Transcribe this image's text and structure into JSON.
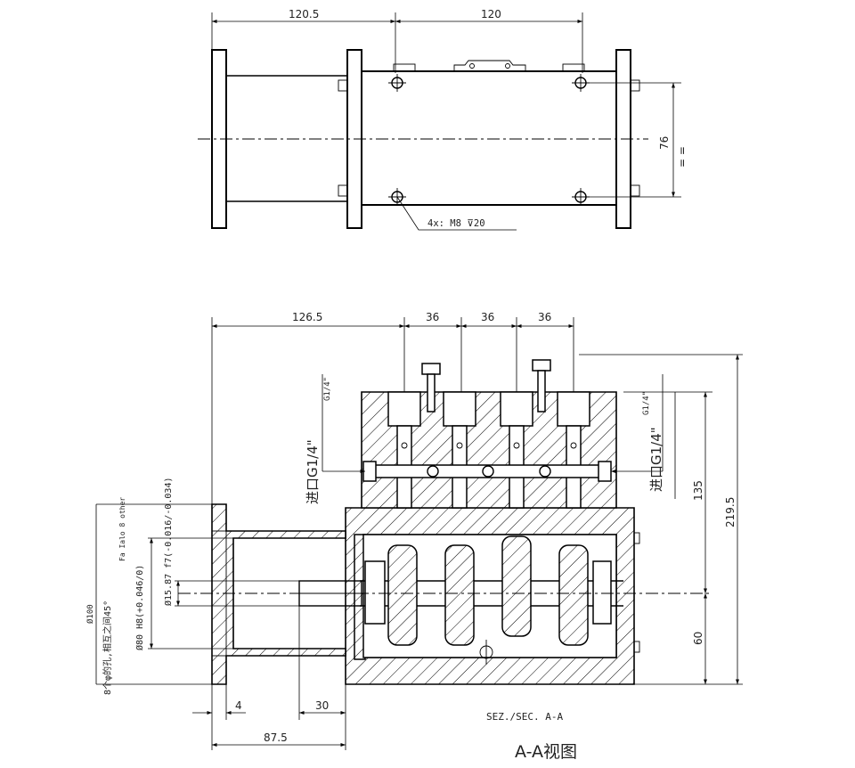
{
  "top_view": {
    "dims": {
      "left_length": "120.5",
      "right_length": "120",
      "hole_spacing": "76",
      "equal_marks": "= ="
    },
    "note": "4x: M8 ⊽20"
  },
  "section_view": {
    "dims": {
      "overall_left": "126.5",
      "pitch_1": "36",
      "pitch_2": "36",
      "pitch_3": "36",
      "height_135": "135",
      "height_219": "219.5",
      "height_60": "60",
      "flange_4": "4",
      "shaft_30": "30",
      "length_87": "87.5"
    },
    "inlet_left": {
      "label": "进口G1/4\"",
      "sup": "G1/4\""
    },
    "inlet_right": {
      "label": "进口G1/4\"",
      "sup": "G1/4\""
    },
    "left_notes": {
      "phi100": "Ø100",
      "holes": "8个φ的孔,相互之间45°",
      "holes_en": "Fa Ialo 8 other",
      "shaft": "Ø15.87  f7(-0.016/-0.034)",
      "bore": "Ø80 H8(+0.046/0)"
    },
    "section_label": "SEZ./SEC. A-A"
  },
  "caption": "A-A视图"
}
